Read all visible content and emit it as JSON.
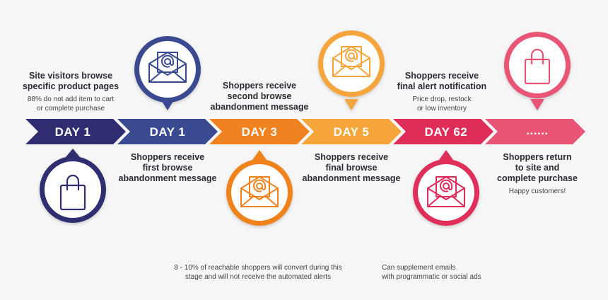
{
  "stages": [
    {
      "label": "DAY 1",
      "color": "#2f2d70"
    },
    {
      "label": "DAY 1",
      "color": "#3a4a90"
    },
    {
      "label": "DAY 3",
      "color": "#f0821f"
    },
    {
      "label": "DAY 5",
      "color": "#f5a53a"
    },
    {
      "label": "DAY 62",
      "color": "#df2d5a"
    },
    {
      "label": "......",
      "color": "#e85474"
    }
  ],
  "texts": {
    "s1_title": [
      "Site visitors browse",
      "specific product pages"
    ],
    "s1_sub": [
      "88% do not add item to cart",
      "or complete purchase"
    ],
    "s2_title": [
      "Shoppers receive",
      "first browse",
      "abandonment message"
    ],
    "s3_title": [
      "Shoppers receive",
      "second browse",
      "abandonment message"
    ],
    "s4_title": [
      "Shoppers receive",
      "final browse",
      "abandonment message"
    ],
    "s5_title": [
      "Shoppers receive",
      "final alert notification"
    ],
    "s5_sub": [
      "Price drop, restock",
      "or low inventory"
    ],
    "s6_title": [
      "Shoppers return",
      "to site and",
      "complete purchase"
    ],
    "s6_sub": "Happy customers!",
    "note_left": [
      "8 - 10% of reachable shoppers will convert during this",
      "stage and will not receive the automated alerts"
    ],
    "note_right": [
      "Can supplement emails",
      "with programmatic or social ads"
    ]
  },
  "icons": {
    "bag": "shopping-bag-icon",
    "email": "email-at-icon"
  }
}
